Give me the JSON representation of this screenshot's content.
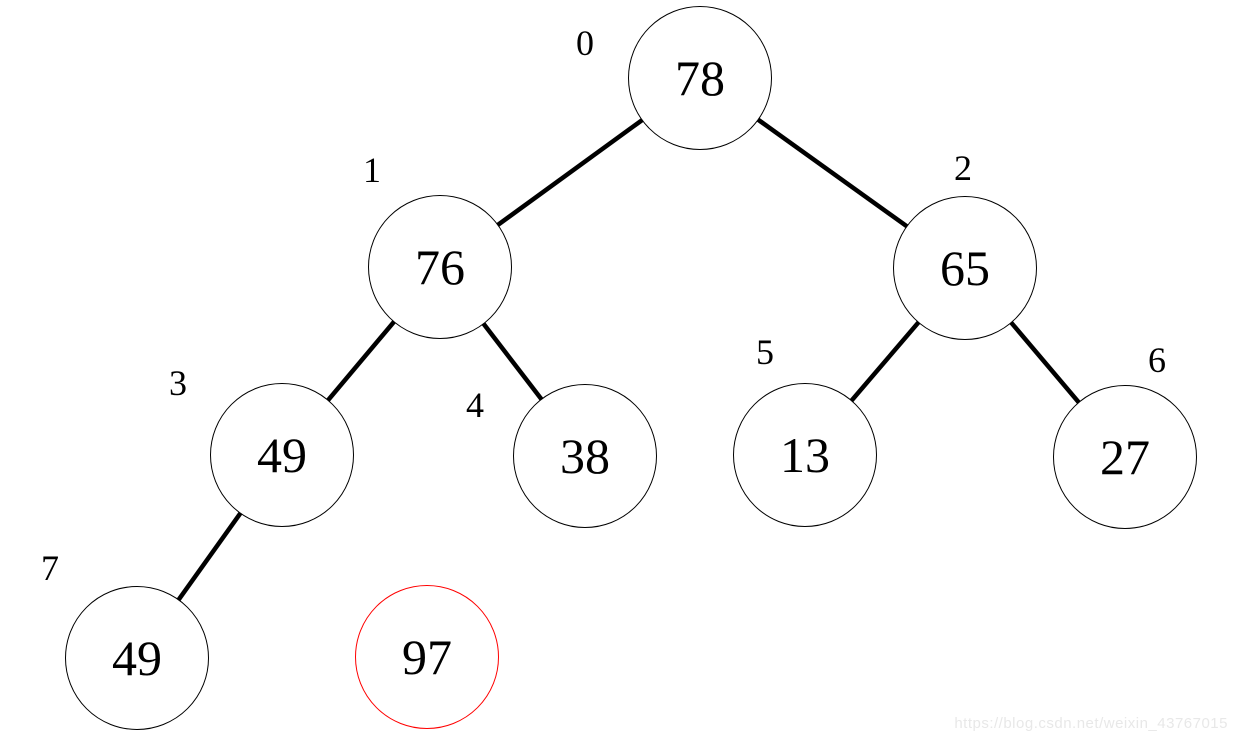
{
  "diagram": {
    "type": "binary-tree",
    "nodes": [
      {
        "index": "0",
        "value": "78"
      },
      {
        "index": "1",
        "value": "76"
      },
      {
        "index": "2",
        "value": "65"
      },
      {
        "index": "3",
        "value": "49"
      },
      {
        "index": "4",
        "value": "38"
      },
      {
        "index": "5",
        "value": "13"
      },
      {
        "index": "6",
        "value": "27"
      },
      {
        "index": "7",
        "value": "49"
      }
    ],
    "detached_node": {
      "value": "97"
    },
    "edges": [
      [
        "0",
        "1"
      ],
      [
        "0",
        "2"
      ],
      [
        "1",
        "3"
      ],
      [
        "1",
        "4"
      ],
      [
        "2",
        "5"
      ],
      [
        "2",
        "6"
      ],
      [
        "3",
        "7"
      ]
    ],
    "colors": {
      "edge": "#000000",
      "node_stroke": "#000000",
      "detached_node_stroke": "#ff0000",
      "text": "#000000",
      "watermark_text": "#e8e8e8"
    }
  },
  "watermark": {
    "text": "https://blog.csdn.net/weixin_43767015"
  }
}
